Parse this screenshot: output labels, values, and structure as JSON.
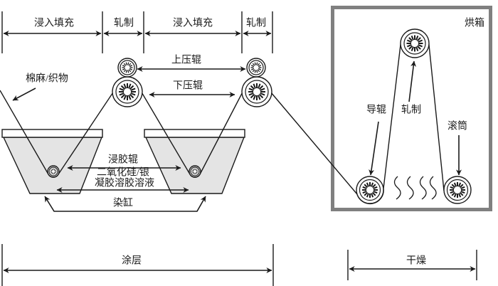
{
  "process_top": {
    "stages": [
      {
        "label": "浸入填充"
      },
      {
        "label": "轧制"
      },
      {
        "label": "浸入填充"
      },
      {
        "label": "轧制"
      }
    ]
  },
  "coating_section": {
    "upper_press_roller": "上压辊",
    "lower_press_roller": "下压辊",
    "fabric": "棉麻/织物",
    "dip_roller": "浸胶辊",
    "solution_line1": "二氧化硅/银",
    "solution_line2": "凝胶溶胶溶液",
    "dye_vat": "染缸"
  },
  "oven_section": {
    "title": "烘箱",
    "guide_roller": "导辊",
    "nip": "轧制",
    "drum": "滚筒"
  },
  "process_bottom": {
    "stages": [
      {
        "label": "涂层"
      },
      {
        "label": "干燥"
      }
    ]
  },
  "colors": {
    "ink": "#1a1a1a",
    "vat_fill": "#e4e4e4",
    "oven_border": "#808080",
    "background": "#ffffff"
  }
}
